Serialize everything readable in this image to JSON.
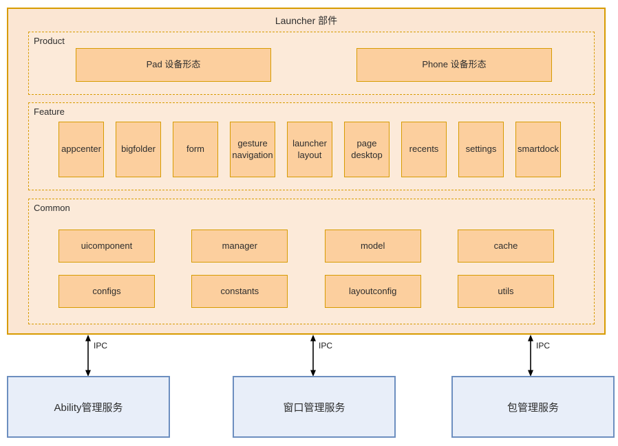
{
  "launcher": {
    "title": "Launcher 部件",
    "product": {
      "label": "Product",
      "items": [
        "Pad 设备形态",
        "Phone 设备形态"
      ]
    },
    "feature": {
      "label": "Feature",
      "items": [
        "appcenter",
        "bigfolder",
        "form",
        "gesture navigation",
        "launcher layout",
        "page desktop",
        "recents",
        "settings",
        "smartdock"
      ]
    },
    "common": {
      "label": "Common",
      "items": [
        "uicomponent",
        "manager",
        "model",
        "cache",
        "configs",
        "constants",
        "layoutconfig",
        "utils"
      ]
    }
  },
  "connections": {
    "ipc_label": "IPC"
  },
  "services": {
    "items": [
      "Ability管理服务",
      "窗口管理服务",
      "包管理服务"
    ]
  },
  "colors": {
    "container_fill": "#fbe6d3",
    "section_fill": "#fcead9",
    "node_fill": "#fccf9e",
    "orange_border": "#d79b00",
    "service_fill": "#e8eef9",
    "service_border": "#6c8ebf",
    "arrow": "#000000"
  }
}
